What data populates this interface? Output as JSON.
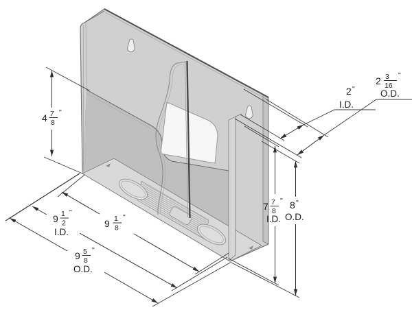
{
  "dims": {
    "front_height": {
      "whole": "4",
      "num": "7",
      "den": "8",
      "unit": "\""
    },
    "floor_width": {
      "whole": "9",
      "num": "1",
      "den": "8",
      "unit": "\""
    },
    "inner_width": {
      "whole": "9",
      "num": "1",
      "den": "2",
      "unit": "\"",
      "label": "I.D."
    },
    "outer_width": {
      "whole": "9",
      "num": "5",
      "den": "8",
      "unit": "\"",
      "label": "O.D."
    },
    "inner_depth": {
      "whole": "2",
      "unit": "\"",
      "label": "I.D."
    },
    "outer_depth": {
      "whole": "2",
      "num": "3",
      "den": "16",
      "unit": "\"",
      "label": "O.D."
    },
    "inner_height": {
      "whole": "7",
      "num": "7",
      "den": "8",
      "unit": "\"",
      "label": "I.D."
    },
    "outer_height": {
      "whole": "8",
      "unit": "\"",
      "label": "O.D."
    }
  },
  "colors": {
    "background": "#ffffff",
    "panel": "#d0d0d0",
    "panel_edge_strip": "#c4c4c4",
    "pocket_shade": "#bfbfbf",
    "floor": "#d9d9d9",
    "side_wall": "#d6d6d6",
    "label_window": "#f7f7f7",
    "keyhole": "#efefef",
    "object_edge": "#6e6e6e",
    "dimension_line": "#2f2f2f"
  }
}
